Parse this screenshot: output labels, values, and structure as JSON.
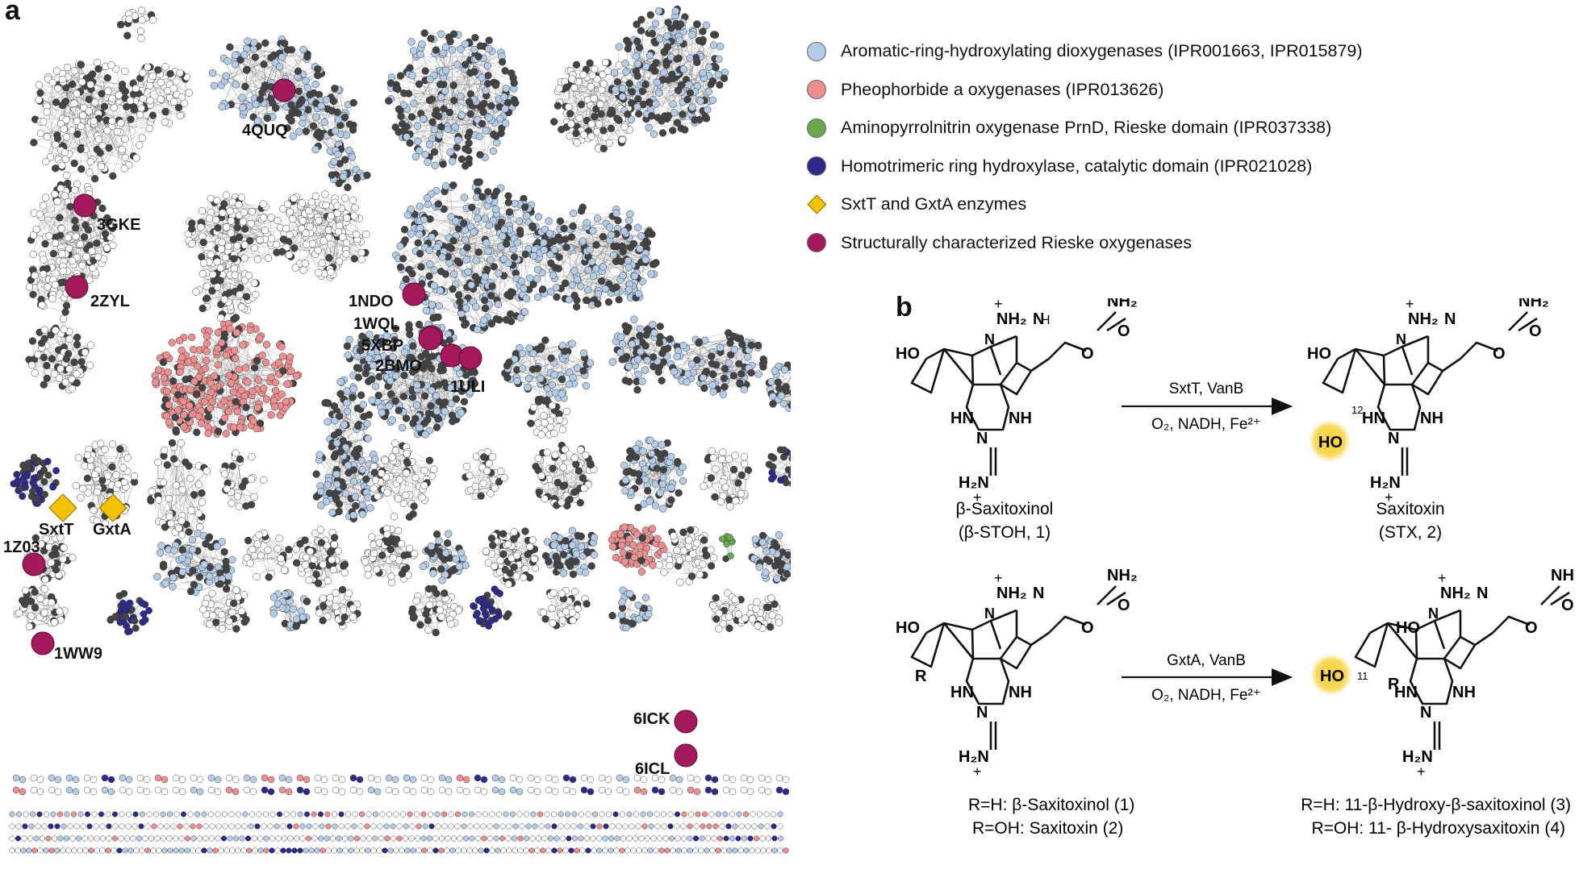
{
  "panels": {
    "a": "a",
    "b": "b"
  },
  "colors": {
    "blue": "#b3cde8",
    "pink": "#ee8f8f",
    "green": "#6aa84f",
    "navy": "#2d2a8c",
    "gold": "#f2c200",
    "magenta": "#a3195b",
    "white": "#ffffff",
    "edge": "#555555",
    "dense": "#444444",
    "highlight": "#f7d23a"
  },
  "legend": [
    {
      "label": "Aromatic-ring-hydroxylating dioxygenases (IPR001663, IPR015879)",
      "color": "#b3cde8",
      "shape": "circle"
    },
    {
      "label": "Pheophorbide a oxygenases (IPR013626)",
      "color": "#ee8f8f",
      "shape": "circle"
    },
    {
      "label": "Aminopyrrolnitrin oxygenase PrnD, Rieske domain (IPR037338)",
      "color": "#6aa84f",
      "shape": "circle"
    },
    {
      "label": "Homotrimeric ring hydroxylase, catalytic domain (IPR021028)",
      "color": "#2d2a8c",
      "shape": "circle"
    },
    {
      "label": "SxtT and GxtA enzymes",
      "color": "#f2c200",
      "shape": "diamond"
    },
    {
      "label": "Structurally characterized Rieske oxygenases",
      "color": "#a3195b",
      "shape": "circle"
    }
  ],
  "structure_labels": [
    "4QUQ",
    "3GKE",
    "2ZYL",
    "1NDO",
    "1WQL",
    "5XBP",
    "2BMO",
    "1ULI",
    "1Z03",
    "1WW9",
    "6ICK",
    "6ICL"
  ],
  "enzyme_labels": [
    "SxtT",
    "GxtA"
  ],
  "reaction1": {
    "reagents_top": "SxtT, VanB",
    "reagents_bottom": "O₂, NADH, Fe²⁺",
    "substrate_name": "β-Saxitoxinol",
    "substrate_abbr": "(β-STOH, 1)",
    "product_name": "Saxitoxin",
    "product_abbr": "(STX, 2)",
    "position_label": "12"
  },
  "reaction2": {
    "reagents_top": "GxtA, VanB",
    "reagents_bottom": "O₂, NADH, Fe²⁺",
    "substrate_line1": "R=H: β-Saxitoxinol (1)",
    "substrate_line2": "R=OH: Saxitoxin (2)",
    "product_line1": "R=H: 11-β-Hydroxy-β-saxitoxinol (3)",
    "product_line2": "R=OH: 11- β-Hydroxysaxitoxin (4)",
    "position_label": "11"
  },
  "atoms": {
    "NH2": "NH₂",
    "N": "N",
    "NH": "NH",
    "HN": "HN",
    "HO": "HO",
    "O": "O",
    "R": "R",
    "H2N": "H₂N",
    "plus": "+"
  }
}
